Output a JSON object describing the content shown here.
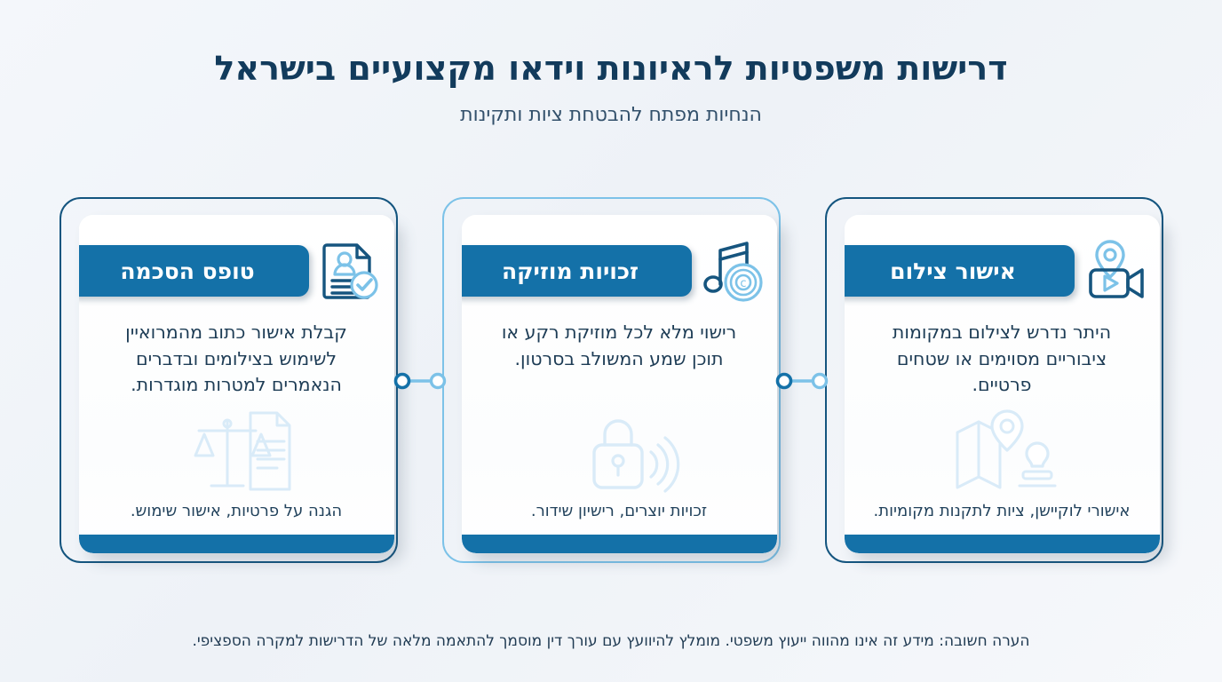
{
  "header": {
    "title": "דרישות משפטיות לראיונות וידאו מקצועיים בישראל",
    "subtitle": "הנחיות מפתח להבטחת ציות ותקינות"
  },
  "colors": {
    "brand_dark": "#14557f",
    "brand_mid": "#1471a8",
    "brand_light": "#7cc2e8",
    "watermark": "#d6e9f7",
    "background": "#f2f5f9",
    "title_text": "#123b5c",
    "body_text": "#1d3c55"
  },
  "cards": [
    {
      "id": "consent-form",
      "title": "טופס הסכמה",
      "body": "קבלת אישור כתוב מהמרואיין לשימוש בצילומים ובדברים הנאמרים למטרות מוגדרות.",
      "footnote": "הגנה על פרטיות, אישור שימוש.",
      "icon": "document-person-check-icon",
      "watermark_icon": "scales-of-justice-document-icon",
      "frame_style": "dark"
    },
    {
      "id": "music-rights",
      "title": "זכויות מוזיקה",
      "body": "רישוי מלא לכל מוזיקת רקע או תוכן שמע המשולב בסרטון.",
      "footnote": "זכויות יוצרים, רישיון שידור.",
      "icon": "music-note-copyright-icon",
      "watermark_icon": "lock-broadcast-icon",
      "frame_style": "light"
    },
    {
      "id": "filming-permit",
      "title": "אישור צילום",
      "body": "היתר נדרש לצילום במקומות ציבוריים מסוימים או שטחים פרטיים.",
      "footnote": "אישורי לוקיישן, ציות לתקנות מקומיות.",
      "icon": "video-camera-location-pin-icon",
      "watermark_icon": "map-pin-stamp-icon",
      "frame_style": "dark"
    }
  ],
  "connectors": [
    {
      "id": "connector-1",
      "left_dot": "filled-dark",
      "right_dot": "hollow-light"
    },
    {
      "id": "connector-2",
      "left_dot": "filled-dark",
      "right_dot": "hollow-light"
    }
  ],
  "footer": {
    "note": "הערה חשובה: מידע זה אינו מהווה ייעוץ משפטי. מומלץ להיוועץ עם עורך דין מוסמך להתאמה מלאה של הדרישות למקרה הספציפי."
  }
}
